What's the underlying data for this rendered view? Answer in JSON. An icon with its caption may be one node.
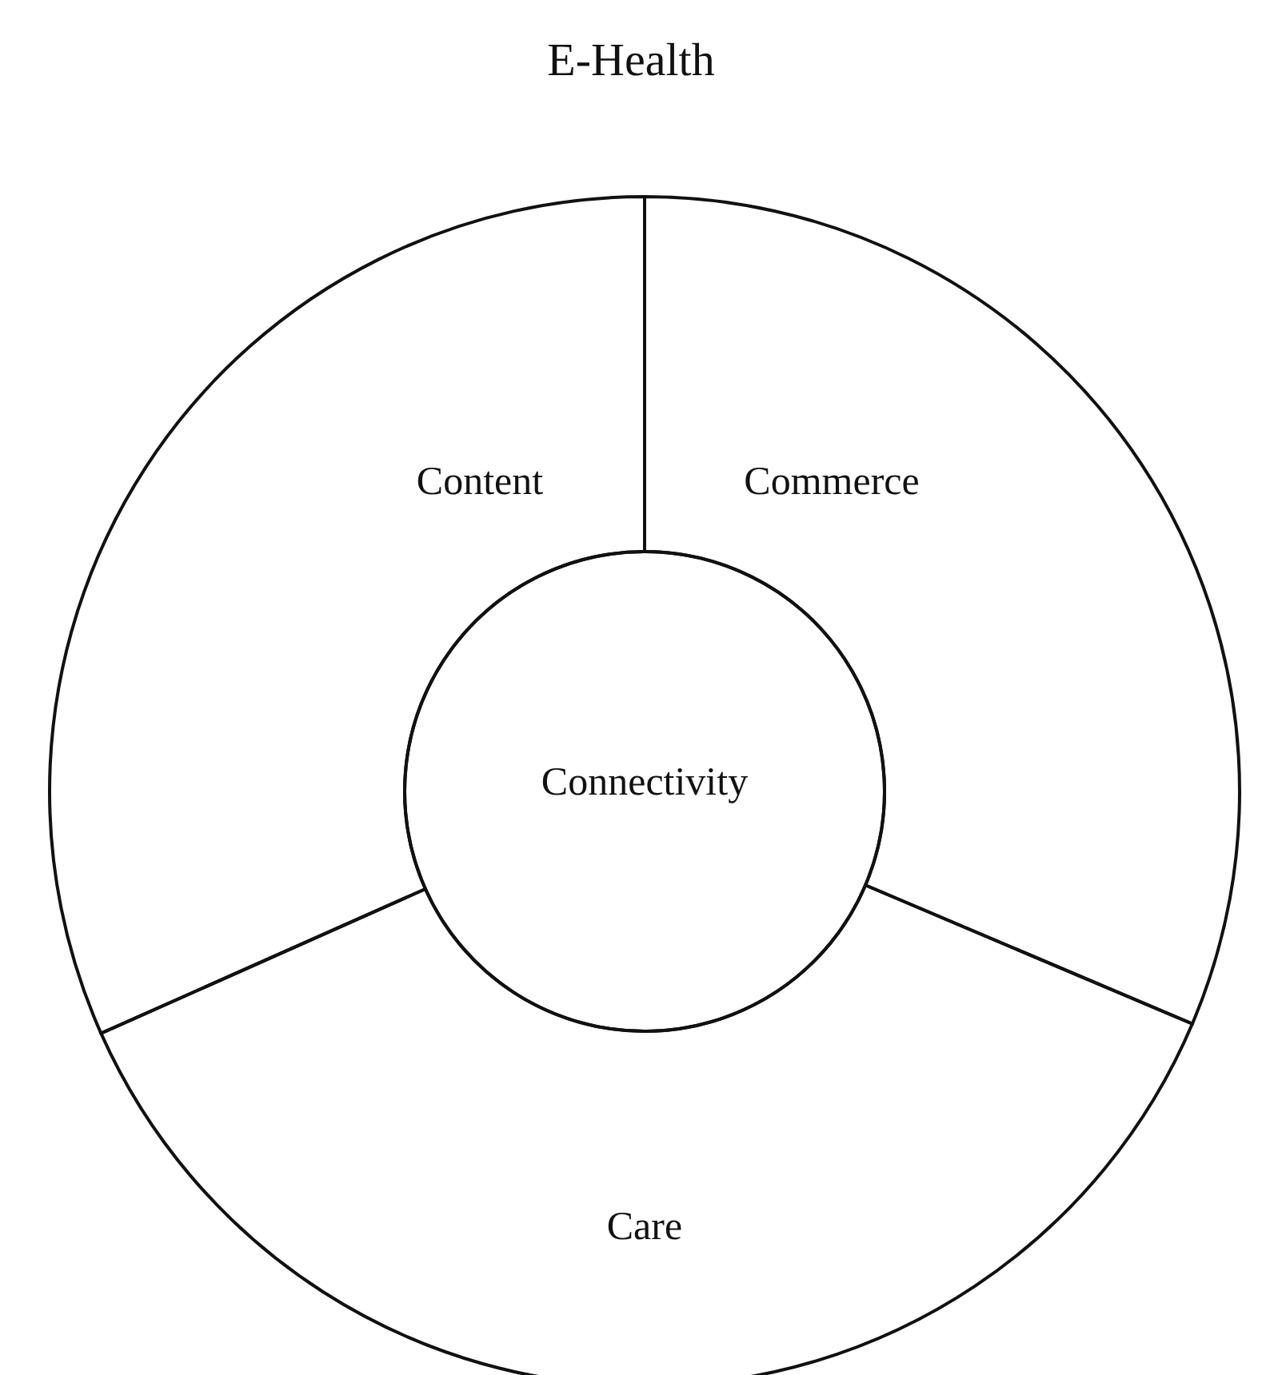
{
  "diagram": {
    "title": "E-Health",
    "nodes": [
      {
        "text": [
          "Content"
        ]
      },
      {
        "text": [
          "Commerce"
        ]
      },
      {
        "text": [
          "Care"
        ]
      },
      {
        "text": [
          "Connectivity"
        ]
      }
    ]
  }
}
